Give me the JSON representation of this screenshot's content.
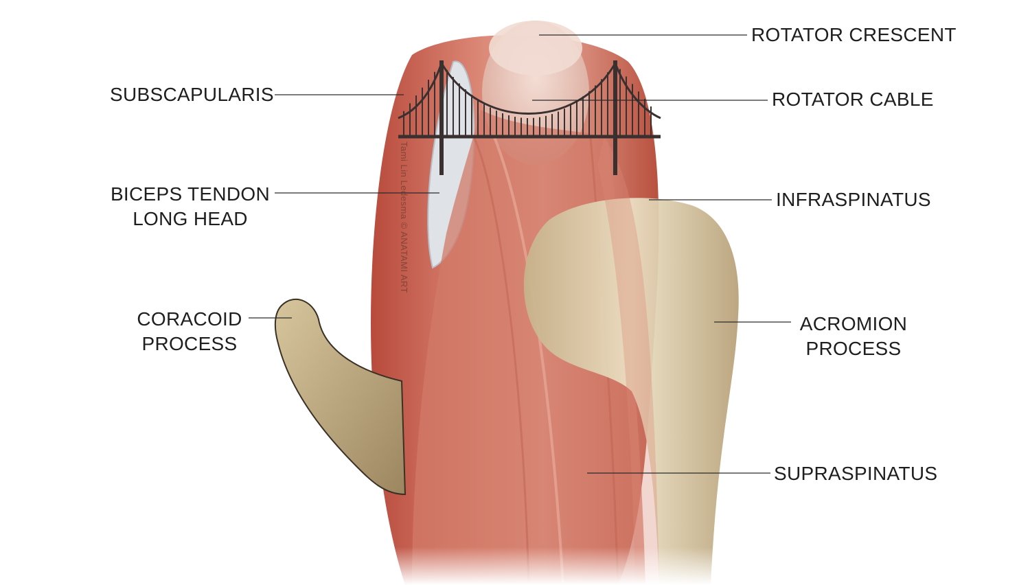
{
  "labels": {
    "rotator_crescent": "ROTATOR CRESCENT",
    "subscapularis": "SUBSCAPULARIS",
    "rotator_cable": "ROTATOR CABLE",
    "biceps_tendon": [
      "BICEPS TENDON",
      "LONG HEAD"
    ],
    "infraspinatus": "INFRASPINATUS",
    "coracoid_process": [
      "CORACOID",
      "PROCESS"
    ],
    "acromion_process": [
      "ACROMION",
      "PROCESS"
    ],
    "supraspinatus": "SUPRASPINATUS"
  },
  "credit": "Tami Lin Ledesma © ANATAMI ART",
  "colors": {
    "muscle": "#c86a58",
    "muscle_light": "#e9b8a8",
    "bone": "#d9c9a3",
    "bone_shadow": "#a8916a",
    "leader_line": "#2a2a2a",
    "bridge": "#3a3030"
  }
}
